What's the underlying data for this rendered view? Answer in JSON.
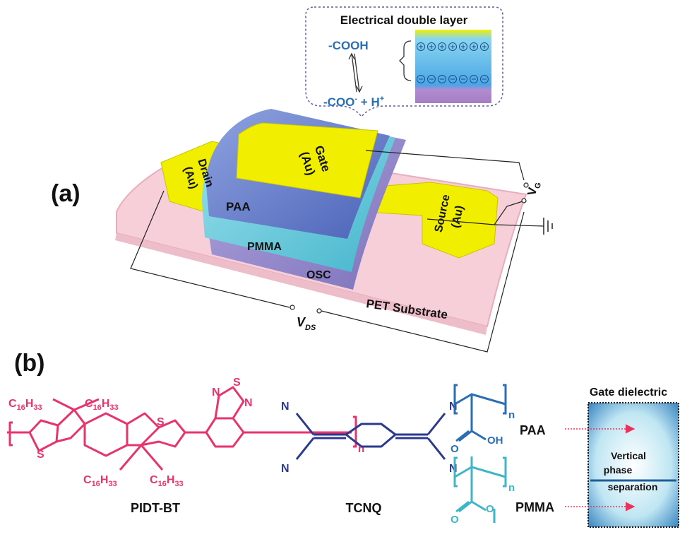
{
  "panel_a": {
    "label": "(a)",
    "edl": {
      "title": "Electrical double layer",
      "cooh": "-COOH",
      "coo": "-COO",
      "coo_sup": "-",
      "plus": " + ",
      "h": "H",
      "h_sup": "+"
    },
    "layers": {
      "gate": "Gate",
      "gate_mat": "(Au)",
      "drain": "Drain",
      "drain_mat": "(Au)",
      "source": "Source",
      "source_mat": "(Au)",
      "paa": "PAA",
      "pmma": "PMMA",
      "osc": "OSC",
      "substrate": "PET Substrate"
    },
    "vg": "V",
    "vg_sub": "G",
    "vds": "V",
    "vds_sub": "DS"
  },
  "panel_b": {
    "label": "(b)",
    "pidt": {
      "name": "PIDT-BT",
      "sub1": "C",
      "sub1_n": "16",
      "sub2": "H",
      "sub2_n": "33",
      "s": "S",
      "n": "N",
      "rep": "n"
    },
    "tcnq": {
      "name": "TCNQ",
      "n": "N"
    },
    "paa_struct": {
      "name": "PAA",
      "o": "O",
      "oh": "OH",
      "rep": "n"
    },
    "pmma_struct": {
      "name": "PMMA",
      "o": "O",
      "rep": "n"
    },
    "dielectric": {
      "title": "Gate dielectric",
      "line1": "Vertical",
      "line2": "phase",
      "line3": "separation"
    }
  },
  "colors": {
    "gold": "#f2ee00",
    "paa": "#5b74c8",
    "pmma": "#62c6d8",
    "osc": "#8d84c6",
    "pet": "#f6cfd9",
    "pidt": "#e8346e",
    "tcnq": "#2b3a8c",
    "paa_chem": "#2a6fb3",
    "pmma_chem": "#3fb6c8"
  }
}
